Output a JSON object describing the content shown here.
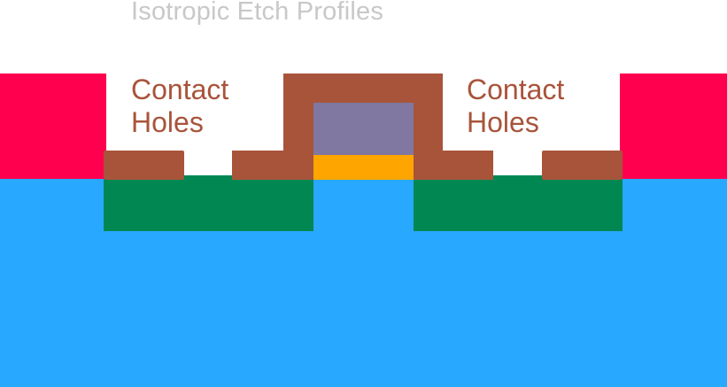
{
  "title": "Isotropic Etch Profiles",
  "labels": {
    "contact_holes_left": "Contact\nHoles",
    "contact_holes_right": "Contact\nHoles"
  },
  "colors": {
    "substrate": "#29a8ff",
    "doped_region": "#008752",
    "oxide": "#ff004f",
    "etched_layer": "#a8543a",
    "gate": "#8078a0",
    "gate_oxide": "#ffa500",
    "title_text": "#c8c8c8",
    "label_text": "#a8543a"
  }
}
